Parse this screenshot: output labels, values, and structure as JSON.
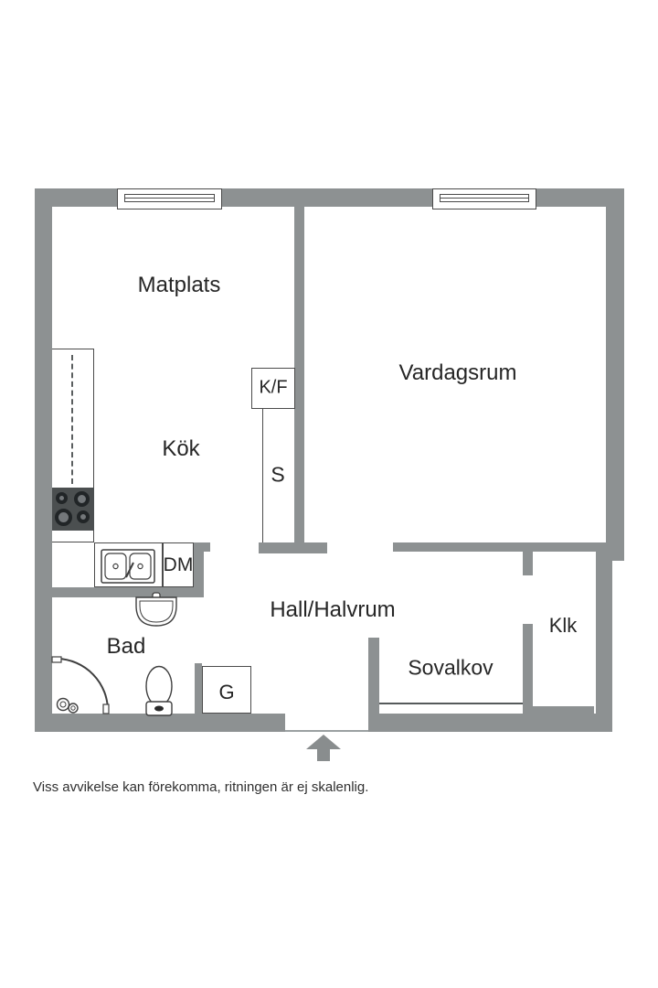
{
  "floorplan": {
    "rooms": {
      "matplats": "Matplats",
      "kok": "Kök",
      "vardagsrum": "Vardagsrum",
      "hall": "Hall/Halvrum",
      "bad": "Bad",
      "sovalkov": "Sovalkov"
    },
    "storage": {
      "klk": "Klk",
      "s": "S",
      "g": "G"
    },
    "appliances": {
      "kf": "K/F",
      "dm": "DM"
    },
    "entrance_icon": "up-arrow",
    "footnote": "Viss avvikelse kan förekomma, ritningen är ej skalenlig.",
    "colors": {
      "wall": "#8d9192",
      "stove": "#4b4f50",
      "outline": "#4b4b4b",
      "text": "#262626",
      "arrow": "#898d8e",
      "background": "#ffffff"
    }
  }
}
